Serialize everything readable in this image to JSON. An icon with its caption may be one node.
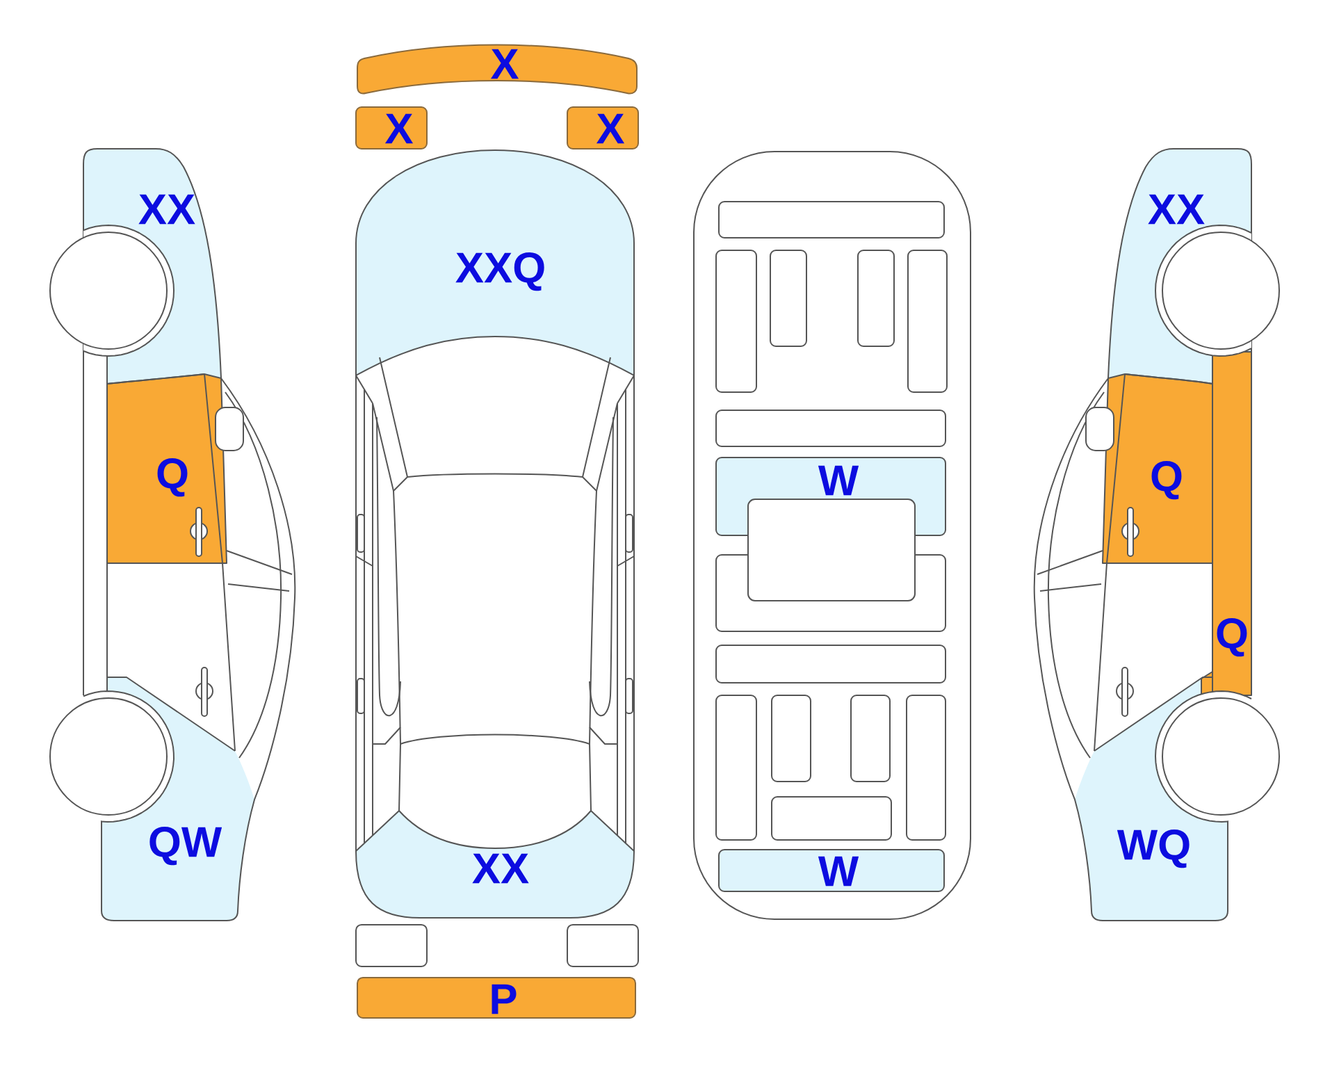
{
  "diagram": {
    "nodes": [
      {
        "text": [
          "X"
        ]
      },
      {
        "text": [
          "X"
        ]
      },
      {
        "text": [
          "X"
        ]
      },
      {
        "text": [
          "XX"
        ]
      },
      {
        "text": [
          "XXQ"
        ]
      },
      {
        "text": [
          "XX"
        ]
      },
      {
        "text": [
          "Q"
        ]
      },
      {
        "text": [
          "W"
        ]
      },
      {
        "text": [
          "Q"
        ]
      },
      {
        "text": [
          "Q"
        ]
      },
      {
        "text": [
          "QW"
        ]
      },
      {
        "text": [
          "XX"
        ]
      },
      {
        "text": [
          "W"
        ]
      },
      {
        "text": [
          "WQ"
        ]
      },
      {
        "text": [],
        "shape": "box"
      },
      {
        "text": [],
        "shape": "box"
      },
      {
        "text": [
          "P"
        ]
      }
    ]
  }
}
